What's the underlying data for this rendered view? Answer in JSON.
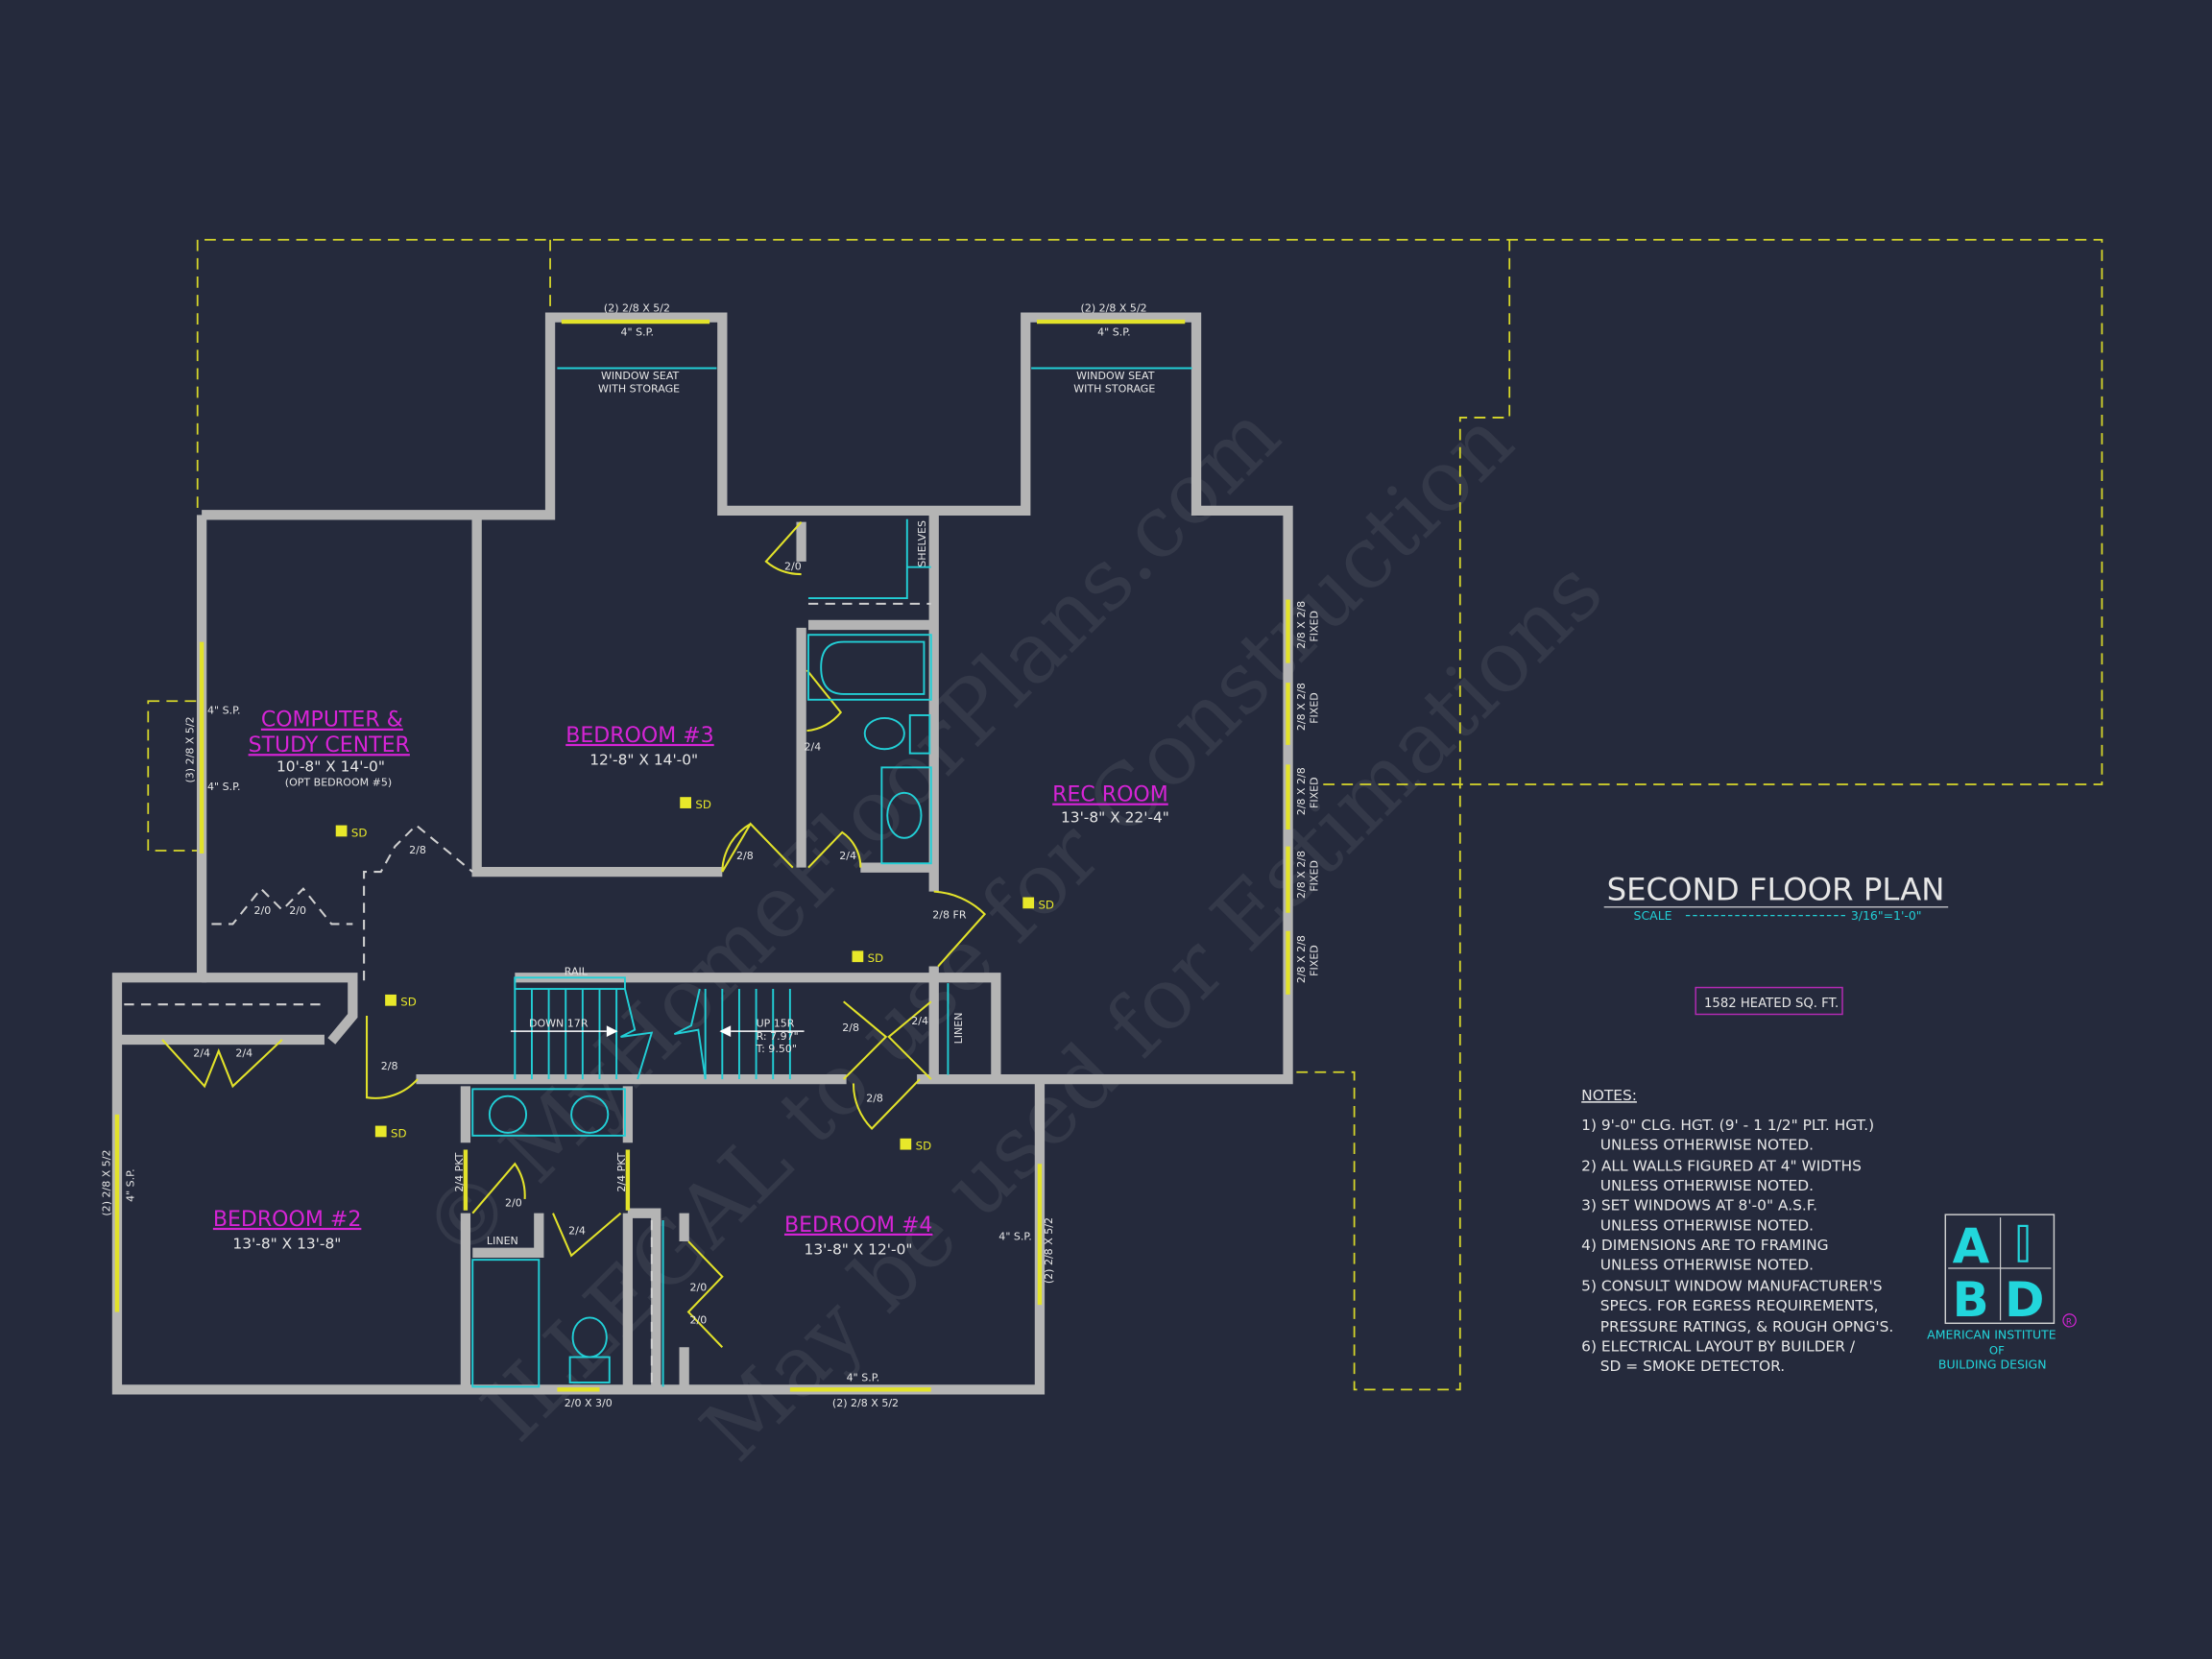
{
  "title": "SECOND FLOOR PLAN",
  "scale_label": "SCALE",
  "scale_value": "3/16\"=1'-0\"",
  "heated_area": "1582 HEATED SQ. FT.",
  "rooms": [
    {
      "name": "COMPUTER & STUDY CENTER",
      "line1": "COMPUTER &",
      "line2": "STUDY CENTER",
      "size": "10'-8\" X 14'-0\"",
      "note": "(OPT BEDROOM #5)"
    },
    {
      "name": "BEDROOM #3",
      "size": "12'-8\" X 14'-0\""
    },
    {
      "name": "REC ROOM",
      "size": "13'-8\" X 22'-4\""
    },
    {
      "name": "BEDROOM #2",
      "size": "13'-8\" X 13'-8\""
    },
    {
      "name": "BEDROOM #4",
      "size": "13'-8\" X 12'-0\""
    }
  ],
  "labels": {
    "window_pair": "(2) 2/8 X 5/2",
    "sp": "4\" S.P.",
    "window_seat_1": "WINDOW SEAT",
    "window_seat_2": "WITH STORAGE",
    "study_window": "(3) 2/8 X 5/2",
    "shelves": "SHELVES",
    "fixed_size": "2/8 X 2/8",
    "fixed": "FIXED",
    "rail": "RAIL",
    "down": "DOWN 17R",
    "up": "UP 15R",
    "riser": "R: 7.97\"",
    "tread": "T: 9.50\"",
    "linen": "LINEN",
    "pkt": "2/4 PKT",
    "bath_window": "2/0 X 3/0",
    "sd": "SD",
    "d20": "2/0",
    "d24": "2/4",
    "d28": "2/8",
    "d28fr": "2/8 FR"
  },
  "notes": {
    "heading": "NOTES:",
    "lines": [
      "1) 9'-0\"  CLG. HGT. (9' - 1 1/2\" PLT. HGT.)",
      "    UNLESS OTHERWISE NOTED.",
      "2) ALL  WALLS FIGURED AT 4\" WIDTHS",
      "    UNLESS OTHERWISE NOTED.",
      "3) SET WINDOWS AT 8'-0\" A.S.F.",
      "    UNLESS OTHERWISE NOTED.",
      "4) DIMENSIONS ARE TO FRAMING",
      "    UNLESS OTHERWISE NOTED.",
      "5) CONSULT WINDOW MANUFACTURER'S",
      "    SPECS. FOR EGRESS REQUIREMENTS,",
      "    PRESSURE RATINGS, & ROUGH OPNG'S.",
      "6) ELECTRICAL LAYOUT BY BUILDER /",
      "    SD = SMOKE DETECTOR."
    ]
  },
  "logo": {
    "letters": [
      "A",
      "I",
      "B",
      "D"
    ],
    "line1": "AMERICAN INSTITUTE",
    "line2": "OF",
    "line3": "BUILDING DESIGN",
    "registered": "R"
  },
  "watermark": [
    "© MyHomeFloorPlans.com",
    "ILLEGAL to use for Construction",
    "May be used for Estimations"
  ],
  "colors": {
    "background": "#252a3c",
    "wall": "#b4b4b4",
    "window": "#e2e22a",
    "fixture": "#22cfd6",
    "room_label": "#d624d6"
  }
}
